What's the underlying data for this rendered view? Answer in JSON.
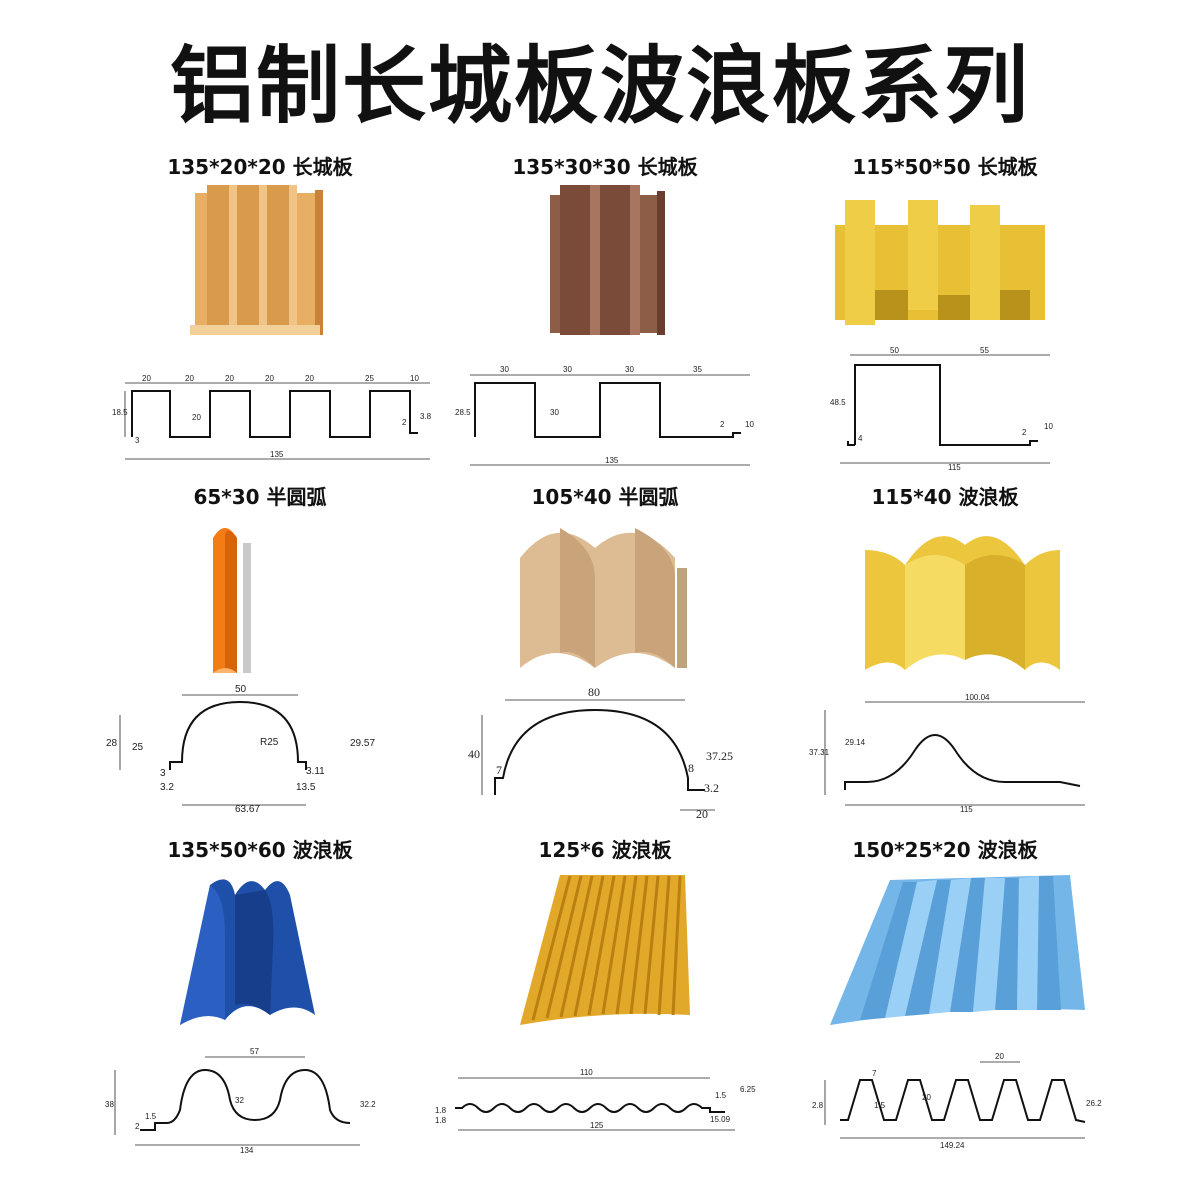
{
  "title": "铝制长城板波浪板系列",
  "colors": {
    "wood_light": "#E3A55A",
    "wood_dark": "#8A5A46",
    "yellow": "#E9C238",
    "orange": "#F07A12",
    "beige": "#D9B893",
    "golden": "#E8C340",
    "blue_dark": "#1F4EA8",
    "gold": "#E0A82A",
    "blue_light": "#6FB3E6"
  },
  "products": [
    {
      "caption": "135*20*20 长城板",
      "dims": [
        "20",
        "20",
        "20",
        "20",
        "20",
        "25",
        "10",
        "18.5",
        "20",
        "3",
        "2",
        "3.8",
        "135"
      ]
    },
    {
      "caption": "135*30*30 长城板",
      "dims": [
        "30",
        "30",
        "30",
        "35",
        "28.5",
        "30",
        "2",
        "10",
        "135"
      ]
    },
    {
      "caption": "115*50*50 长城板",
      "dims": [
        "50",
        "55",
        "48.5",
        "4",
        "2",
        "10",
        "115"
      ]
    },
    {
      "caption": "65*30 半圆弧",
      "dims": [
        "50",
        "28",
        "25",
        "R25",
        "29.57",
        "3",
        "3.11",
        "3.2",
        "13.5",
        "63.67"
      ]
    },
    {
      "caption": "105*40 半圆弧",
      "dims": [
        "80",
        "40",
        "7",
        "8",
        "37.25",
        "3.2",
        "20"
      ]
    },
    {
      "caption": "115*40 波浪板",
      "dims": [
        "100.04",
        "37.31",
        "29.14",
        "115"
      ]
    },
    {
      "caption": "135*50*60 波浪板",
      "dims": [
        "57",
        "38",
        "32",
        "32.2",
        "1.5",
        "2",
        "134"
      ]
    },
    {
      "caption": "125*6 波浪板",
      "dims": [
        "110",
        "1.5",
        "6.25",
        "1.8",
        "1.8",
        "15.09",
        "125"
      ]
    },
    {
      "caption": "150*25*20 波浪板",
      "dims": [
        "20",
        "7",
        "20",
        "2.8",
        "1.5",
        "26.2",
        "149.24"
      ]
    }
  ]
}
